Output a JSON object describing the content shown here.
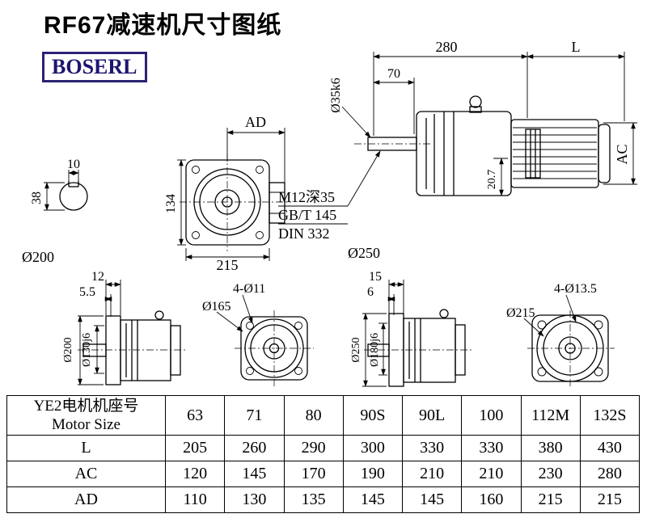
{
  "header": {
    "title": "RF67减速机尺寸图纸",
    "brand": "BOSERL"
  },
  "annotations": {
    "top_view": {
      "w280": "280",
      "L": "L",
      "w70": "70",
      "shaft": "Ø35k6",
      "ac": "AC",
      "k207": "20.7",
      "thread": "M12深35",
      "std1": "GB/T 145",
      "std2": "DIN 332",
      "flange": "Ø250"
    },
    "left_section": {
      "key_w": "10",
      "key_h": "38",
      "disc": "Ø200"
    },
    "front_view": {
      "ad": "AD",
      "h134": "134",
      "w215": "215"
    },
    "group1": {
      "t12": "12",
      "t55": "5.5",
      "d200": "Ø200",
      "d130": "Ø130j6",
      "bolts": "4-Ø11",
      "bc": "Ø165"
    },
    "group2": {
      "t15": "15",
      "t6": "6",
      "d250": "Ø250",
      "d180": "Ø180j6",
      "bolts": "4-Ø13.5",
      "bc": "Ø215"
    }
  },
  "table": {
    "header": {
      "line1": "YE2电机机座号",
      "line2": "Motor Size"
    },
    "sizes": [
      "63",
      "71",
      "80",
      "90S",
      "90L",
      "100",
      "112M",
      "132S"
    ],
    "rows": [
      {
        "label": "L",
        "values": [
          "205",
          "260",
          "290",
          "300",
          "330",
          "330",
          "380",
          "430"
        ]
      },
      {
        "label": "AC",
        "values": [
          "120",
          "145",
          "170",
          "190",
          "210",
          "210",
          "230",
          "280"
        ]
      },
      {
        "label": "AD",
        "values": [
          "110",
          "130",
          "135",
          "145",
          "145",
          "160",
          "215",
          "215"
        ]
      }
    ]
  }
}
